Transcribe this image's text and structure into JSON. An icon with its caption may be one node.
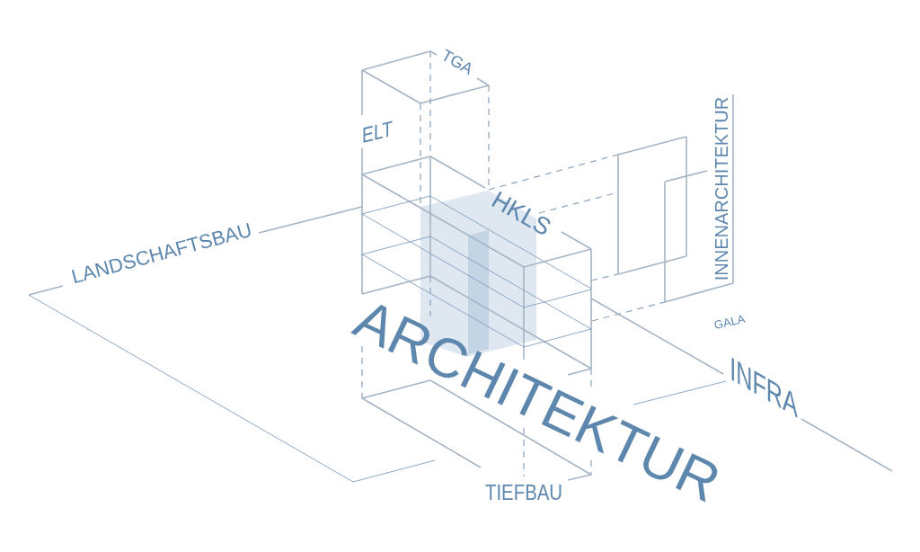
{
  "diagram": {
    "labels": [
      "TGA",
      "ELT",
      "HKLS",
      "INNENARCHITEKTUR",
      "LANDSCHAFTSBAU",
      "ARCHITEKTUR",
      "GALA",
      "INFRA",
      "TIEFBAU"
    ]
  }
}
